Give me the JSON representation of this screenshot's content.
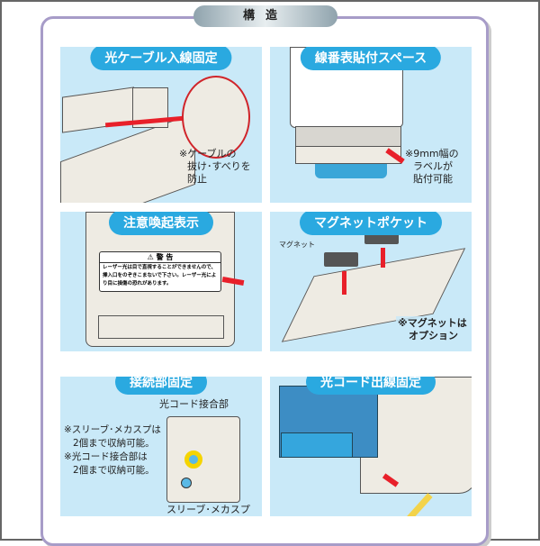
{
  "title": "構造",
  "panels": [
    {
      "label": "光ケーブル入線固定",
      "note": [
        "※ケーブルの",
        "抜け･すべりを",
        "防止"
      ]
    },
    {
      "label": "線番表貼付スペース",
      "note": [
        "※9mm幅の",
        "ラベルが",
        "貼付可能"
      ]
    },
    {
      "label": "注意喚起表示",
      "warning_title": "⚠ 警 告",
      "warning_text": "レーザー光は目で直視することができませんので、挿入口をのぞきこまないで下さい。レーザー光により目に損傷の恐れがあります。"
    },
    {
      "label": "マグネットポケット",
      "callout": "マグネット",
      "note": [
        "※マグネットは",
        "オプション"
      ]
    },
    {
      "label": "接続部固定",
      "callout_top": "光コード接合部",
      "callout_bottom": "スリーブ･メカスプ",
      "note": [
        "※スリーブ･メカスプは",
        "2個まで収納可能。",
        "※光コード接合部は",
        "2個まで収納可能。"
      ]
    },
    {
      "label": "光コード出線固定"
    }
  ],
  "colors": {
    "pill": "#2aa9e0",
    "panel": "#c9e9f8",
    "frame": "#a79cc8",
    "arrow": "#e8202a"
  }
}
